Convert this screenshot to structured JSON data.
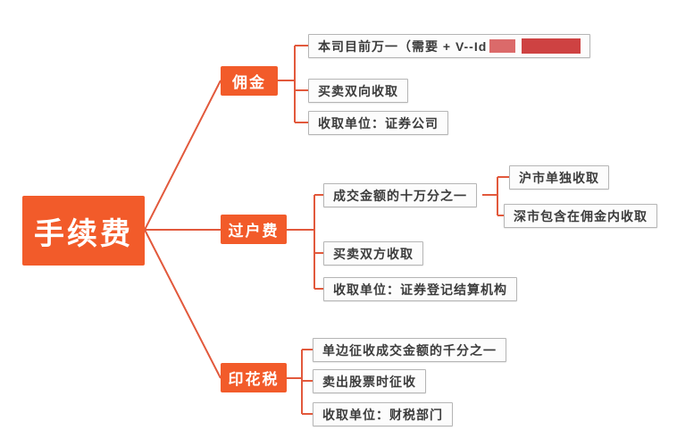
{
  "root": {
    "label": "手续费"
  },
  "branches": [
    {
      "label": "佣金",
      "children": [
        {
          "label": "本司目前万一（需要 + V--Id"
        },
        {
          "label": "买卖双向收取"
        },
        {
          "label": "收取单位：证券公司"
        }
      ]
    },
    {
      "label": "过户费",
      "children": [
        {
          "label": "成交金额的十万分之一",
          "children": [
            {
              "label": "沪市单独收取"
            },
            {
              "label": "深市包含在佣金内收取"
            }
          ]
        },
        {
          "label": "买卖双方收取"
        },
        {
          "label": "收取单位：证券登记结算机构"
        }
      ]
    },
    {
      "label": "印花税",
      "children": [
        {
          "label": "单边征收成交金额的千分之一"
        },
        {
          "label": "卖出股票时征收"
        },
        {
          "label": "收取单位：财税部门"
        }
      ]
    }
  ],
  "colors": {
    "node_fill": "#f25b2a",
    "connector": "#e2593c",
    "leaf_border": "#b5b5b5",
    "leaf_text": "#3c3c3c",
    "redaction_light": "#db6a6a",
    "redaction_dark": "#ce4242"
  }
}
